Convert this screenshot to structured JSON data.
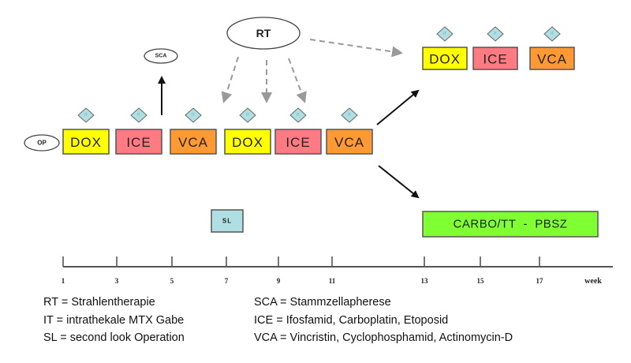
{
  "colors": {
    "dox": "#ffff00",
    "ice": "#ff7b83",
    "vca": "#ff9933",
    "carbo": "#80ff33",
    "it": "#b0dfe3",
    "sl": "#b0dfe3"
  },
  "nodes": {
    "op": "OP",
    "sca": "SCA",
    "rt": "RT",
    "sl": "SL",
    "it": "IT",
    "main_row": [
      "DOX",
      "ICE",
      "VCA",
      "DOX",
      "ICE",
      "VCA"
    ],
    "upper_row": [
      "DOX",
      "ICE",
      "VCA"
    ],
    "carbo": "CARBO/TT  -  PBSZ"
  },
  "timeline": {
    "ticks": [
      "1",
      "3",
      "5",
      "7",
      "9",
      "11",
      "13",
      "15",
      "17"
    ],
    "unit": "week"
  },
  "legend": {
    "left": [
      "RT = Strahlentherapie",
      "IT = intrathekale MTX Gabe",
      "SL = second look Operation"
    ],
    "right": [
      "SCA = Stammzellapherese",
      "ICE = Ifosfamid, Carboplatin, Etoposid",
      "VCA = Vincristin, Cyclophosphamid, Actinomycin-D"
    ]
  }
}
